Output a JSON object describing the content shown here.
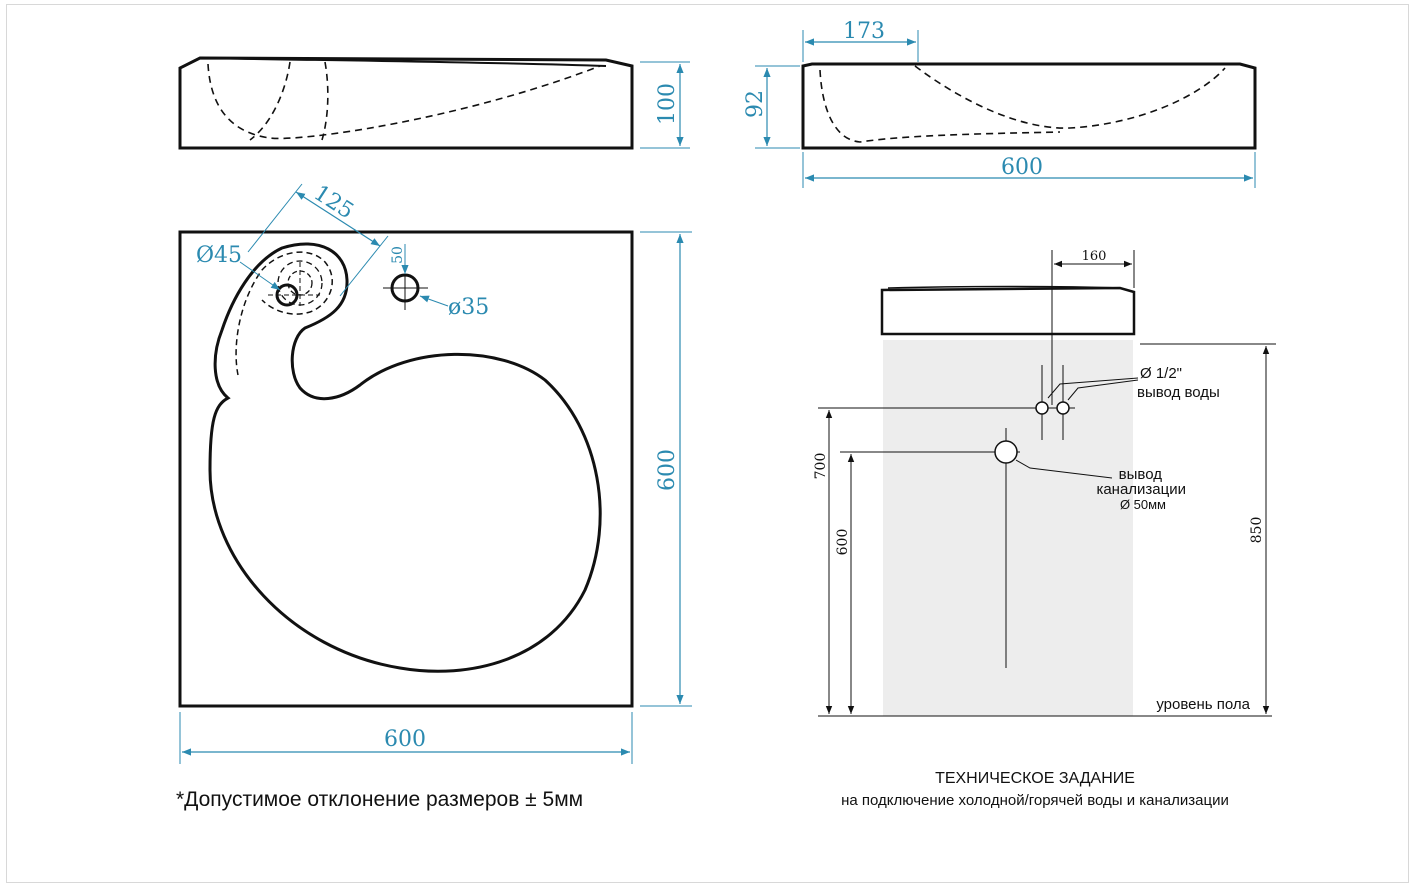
{
  "colors": {
    "outline": "#111111",
    "dimension": "#2b8ab0",
    "wall": "#ededed",
    "note_text": "#111111"
  },
  "top_left_view": {
    "height_label": "100"
  },
  "top_right_view": {
    "offset_label": "173",
    "height_label": "92",
    "width_label": "600"
  },
  "plan_view": {
    "soap_hole_label": "Ø45",
    "angle_label": "125",
    "tap_offset_label": "50",
    "tap_hole_label": "ø35",
    "height_label": "600",
    "width_label": "600"
  },
  "install_view": {
    "offset_label": "160",
    "pipe_label": "Ø 1/2\"",
    "water_outlet_label": "вывод воды",
    "drain_line1": "вывод",
    "drain_line2": "канализации",
    "drain_diameter": "Ø 50мм",
    "height_700": "700",
    "height_600": "600",
    "height_850": "850",
    "floor_label": "уровень пола"
  },
  "notes": {
    "tolerance": "*Допустимое отклонение размеров ± 5мм",
    "tech_title": "ТЕХНИЧЕСКОЕ ЗАДАНИЕ",
    "tech_subtitle": "на подключение холодной/горячей воды и канализации"
  }
}
